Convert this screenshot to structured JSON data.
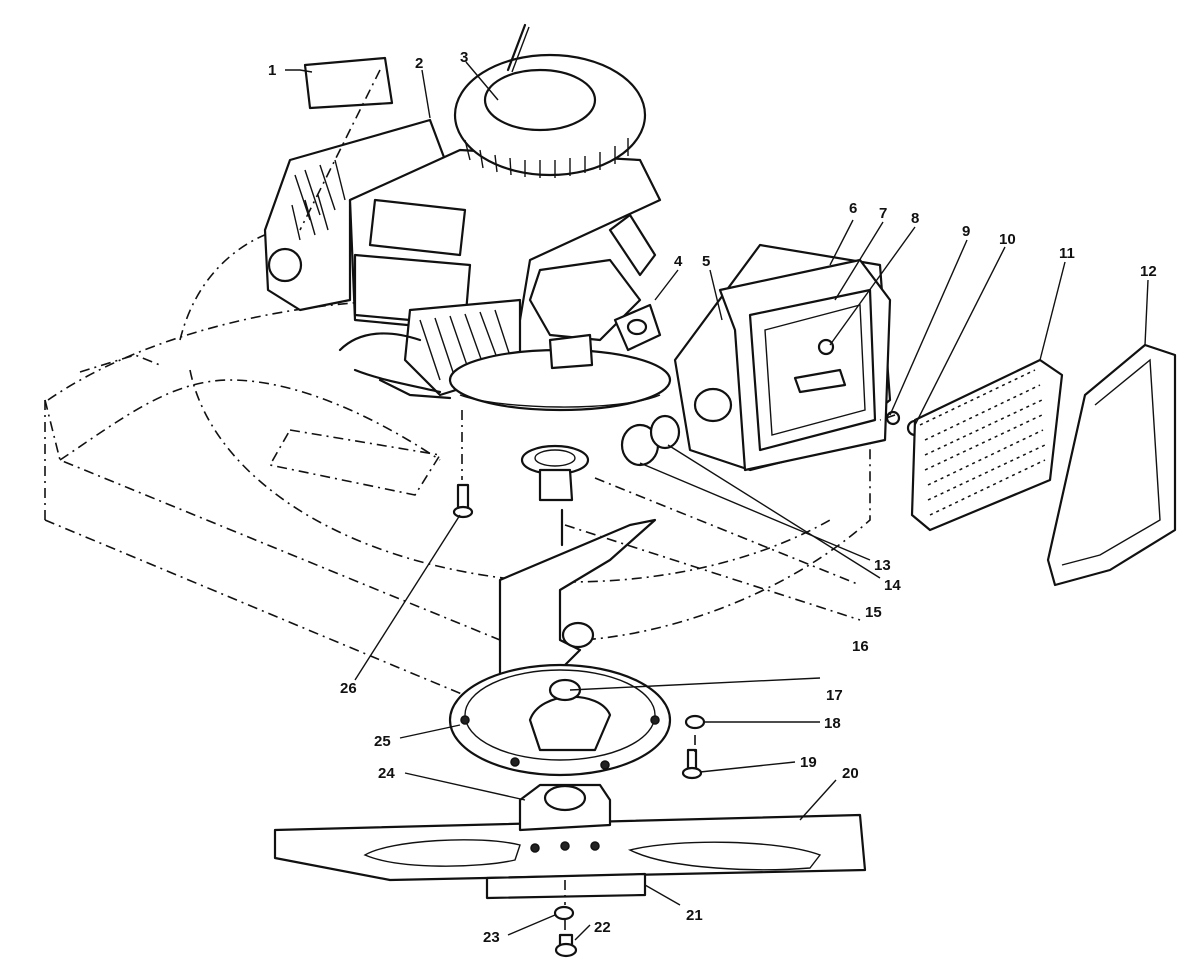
{
  "callouts": [
    {
      "id": "1",
      "label": "1"
    },
    {
      "id": "2",
      "label": "2"
    },
    {
      "id": "3",
      "label": "3"
    },
    {
      "id": "4",
      "label": "4"
    },
    {
      "id": "5",
      "label": "5"
    },
    {
      "id": "6",
      "label": "6"
    },
    {
      "id": "7",
      "label": "7"
    },
    {
      "id": "8",
      "label": "8"
    },
    {
      "id": "9",
      "label": "9"
    },
    {
      "id": "10",
      "label": "10"
    },
    {
      "id": "11",
      "label": "11"
    },
    {
      "id": "12",
      "label": "12"
    },
    {
      "id": "13",
      "label": "13"
    },
    {
      "id": "14",
      "label": "14"
    },
    {
      "id": "15",
      "label": "15"
    },
    {
      "id": "16",
      "label": "16"
    },
    {
      "id": "17",
      "label": "17"
    },
    {
      "id": "18",
      "label": "18"
    },
    {
      "id": "19",
      "label": "19"
    },
    {
      "id": "20",
      "label": "20"
    },
    {
      "id": "21",
      "label": "21"
    },
    {
      "id": "22",
      "label": "22"
    },
    {
      "id": "23",
      "label": "23"
    },
    {
      "id": "24",
      "label": "24"
    },
    {
      "id": "25",
      "label": "25"
    },
    {
      "id": "26",
      "label": "26"
    }
  ],
  "colors": {
    "ink": "#111111",
    "paper": "#ffffff"
  }
}
